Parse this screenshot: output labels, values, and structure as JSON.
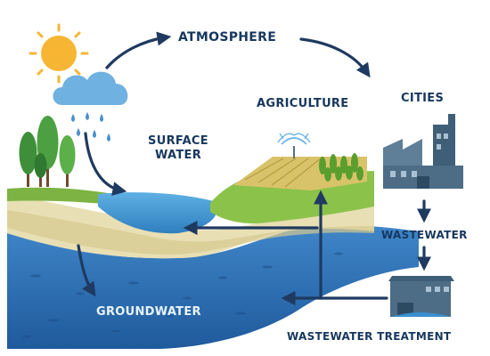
{
  "labels": {
    "atmosphere": "ATMOSPHERE",
    "agriculture": "AGRICULTURE",
    "cities": "CITIES",
    "surface_water_line1": "SURFACE",
    "surface_water_line2": "WATER",
    "wastewater": "WASTEWATER",
    "groundwater": "GROUNDWATER",
    "wastewater_treatment": "WASTEWATER TREATMENT"
  },
  "icons": {
    "sun": "sun-icon",
    "cloud": "rain-cloud-icon",
    "trees": "tree-icon",
    "sprinkler": "sprinkler-icon",
    "factory": "factory-icon",
    "treatment_plant": "treatment-plant-icon"
  },
  "colors": {
    "arrow": "#1f3a60",
    "sun": "#f6b634",
    "cloud": "#6fb1e0",
    "rain": "#4a90d0",
    "grass": "#7cb342",
    "surface_water": "#3a8fcf",
    "sand": "#e6ddb0",
    "groundwater": "#2a6fb5",
    "factory": "#4d6d86",
    "text": "#17375e"
  }
}
